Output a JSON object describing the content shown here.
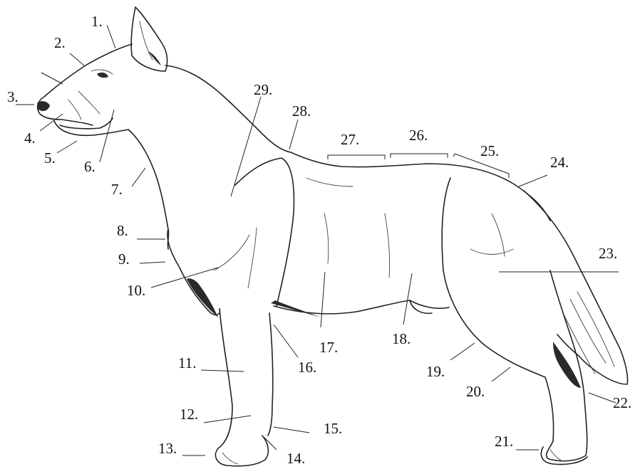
{
  "labels": {
    "l1": "1.",
    "l2": "2.",
    "l3": "3.",
    "l4": "4.",
    "l5": "5.",
    "l6": "6.",
    "l7": "7.",
    "l8": "8.",
    "l9": "9.",
    "l10": "10.",
    "l11": "11.",
    "l12": "12.",
    "l13": "13.",
    "l14": "14.",
    "l15": "15.",
    "l16": "16.",
    "l17": "17.",
    "l18": "18.",
    "l19": "19.",
    "l20": "20.",
    "l21": "21.",
    "l22": "22.",
    "l23": "23.",
    "l24": "24.",
    "l25": "25.",
    "l26": "26.",
    "l27": "27.",
    "l28": "28.",
    "l29": "29."
  }
}
